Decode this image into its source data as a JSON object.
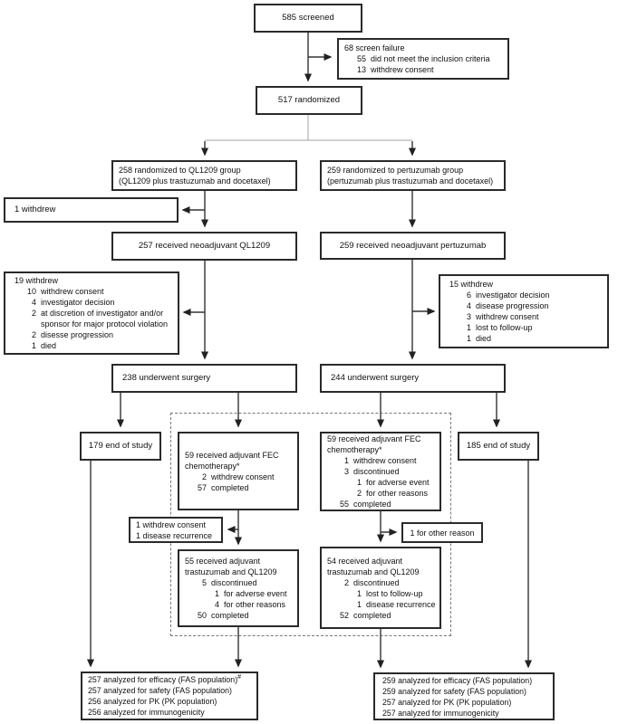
{
  "boxes": {
    "screened": {
      "text": "585 screened"
    },
    "screen_failure": {
      "lines": [
        {
          "t": "68 screen failure"
        },
        {
          "n": "55",
          "t": "did not meet the inclusion criteria"
        },
        {
          "n": "13",
          "t": "withdrew consent"
        }
      ]
    },
    "randomized": {
      "text": "517 randomized"
    },
    "group_ql1209": {
      "lines": [
        {
          "t": "258 randomized to QL1209 group"
        },
        {
          "t": "(QL1209 plus trastuzumab and docetaxel)"
        }
      ]
    },
    "group_pertuzumab": {
      "lines": [
        {
          "t": "259 randomized to pertuzumab group"
        },
        {
          "t": "(pertuzumab plus trastuzumab and docetaxel)"
        }
      ]
    },
    "withdrew_1": {
      "text": "1 withdrew"
    },
    "neoadjuvant_ql1209": {
      "text": "257 received neoadjuvant QL1209"
    },
    "neoadjuvant_pertuzumab": {
      "text": "259 received neoadjuvant pertuzumab"
    },
    "withdrew_19": {
      "lines": [
        {
          "t": "19 withdrew"
        },
        {
          "n": "10",
          "t": "withdrew consent"
        },
        {
          "n": "4",
          "t": "investigator decision"
        },
        {
          "n": "2",
          "t": "at discretion of investigator and/or"
        },
        {
          "t": "sponsor for major protocol violation"
        },
        {
          "n": "2",
          "t": "disesse progression"
        },
        {
          "n": "1",
          "t": "died"
        }
      ]
    },
    "withdrew_15": {
      "lines": [
        {
          "t": "15 withdrew"
        },
        {
          "n": "6",
          "t": "investigator decision"
        },
        {
          "n": "4",
          "t": "disease progression"
        },
        {
          "n": "3",
          "t": "withdrew consent"
        },
        {
          "n": "1",
          "t": "lost to follow-up"
        },
        {
          "n": "1",
          "t": "died"
        }
      ]
    },
    "surgery_ql1209": {
      "text": "238 underwent surgery"
    },
    "surgery_pertuzumab": {
      "text": "244 underwent surgery"
    },
    "end_of_study_ql1209": {
      "text": "179 end of study"
    },
    "end_of_study_pertuzumab": {
      "text": "185 end of study"
    },
    "fec_ql1209": {
      "lines": [
        {
          "t": "59 received adjuvant FEC"
        },
        {
          "t": "chemotherapy*"
        },
        {
          "n": "2",
          "t": "withdrew consent"
        },
        {
          "n": "57",
          "t": "completed"
        }
      ]
    },
    "fec_pertuzumab": {
      "lines": [
        {
          "t": "59 received adjuvant FEC"
        },
        {
          "t": "chemotherapy*"
        },
        {
          "n": "1",
          "t": "withdrew consent"
        },
        {
          "n": "3",
          "t": "discontinued"
        },
        {
          "n": "1",
          "t": "for adverse event"
        },
        {
          "n": "2",
          "t": "for other reasons"
        },
        {
          "n": "55",
          "t": "completed"
        }
      ]
    },
    "withdrew_recurrence": {
      "lines": [
        {
          "t": "1 withdrew consent"
        },
        {
          "t": "1 disease recurrence"
        }
      ]
    },
    "other_reason": {
      "text": "1 for other reason"
    },
    "adjuvant_ql1209": {
      "lines": [
        {
          "t": "55 received adjuvant"
        },
        {
          "t": "trastuzumab and QL1209"
        },
        {
          "n": "5",
          "t": "discontinued"
        },
        {
          "n": "1",
          "t": "for adverse event"
        },
        {
          "n": "4",
          "t": "for other reasons"
        },
        {
          "n": "50",
          "t": "completed"
        }
      ]
    },
    "adjuvant_pertuzumab": {
      "lines": [
        {
          "t": "54 received adjuvant"
        },
        {
          "t": "trastuzumab and QL1209"
        },
        {
          "n": "2",
          "t": "discontinued"
        },
        {
          "n": "1",
          "t": "lost to follow-up"
        },
        {
          "n": "1",
          "t": "disease recurrence"
        },
        {
          "n": "52",
          "t": "completed"
        }
      ]
    },
    "analysis_ql1209": {
      "lines": [
        {
          "t": "257 analyzed for efficacy (FAS population)",
          "sup": "#"
        },
        {
          "t": "257 analyzed for safety (FAS population)"
        },
        {
          "t": "256 analyzed for PK (PK population)"
        },
        {
          "t": "256 analyzed for immunogenicity"
        }
      ]
    },
    "analysis_pertuzumab": {
      "lines": [
        {
          "t": "259 analyzed for efficacy (FAS population)"
        },
        {
          "t": "259 analyzed for safety (FAS population)"
        },
        {
          "t": "257 analyzed for PK (PK population)"
        },
        {
          "t": "257 analyzed for immunogenicity"
        }
      ]
    }
  },
  "colors": {
    "box_border": "#2a2a2a",
    "connector": "#333333",
    "split_connector": "#b3b3b3",
    "dashed_outline": "#777777",
    "text": "#111111",
    "background": "#ffffff"
  }
}
